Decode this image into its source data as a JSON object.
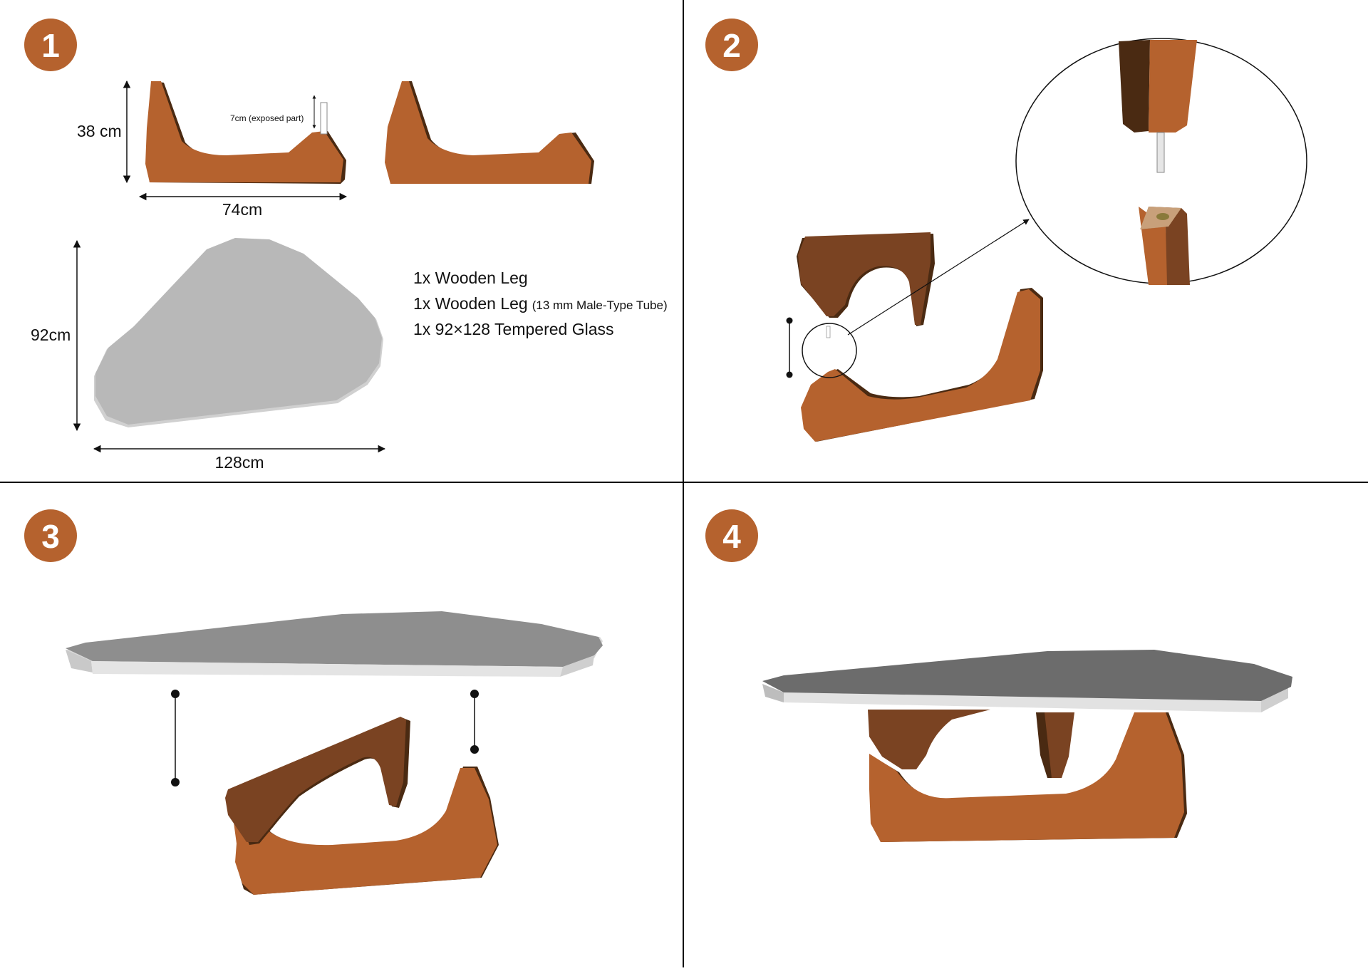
{
  "colors": {
    "step_badge": "#B5622E",
    "wood_light": "#B5622E",
    "wood_dark": "#7A4322",
    "wood_shadow": "#4A2A12",
    "glass_top_step1": "#B8B8B8",
    "glass_top_step3": "#8E8E8E",
    "glass_top_step4": "#6C6C6C",
    "glass_edge": "#D9D9D9",
    "divider": "#000000"
  },
  "steps": [
    {
      "number": "1"
    },
    {
      "number": "2"
    },
    {
      "number": "3"
    },
    {
      "number": "4"
    }
  ],
  "dimensions": {
    "leg_height": "38 cm",
    "leg_width": "74cm",
    "tube_exposed": "7cm (exposed part)",
    "glass_depth": "92cm",
    "glass_width": "128cm"
  },
  "parts_list": {
    "item1": "1x Wooden Leg",
    "item2_main": "1x Wooden Leg",
    "item2_detail": "(13 mm Male-Type Tube)",
    "item3": "1x 92×128 Tempered Glass"
  },
  "icons": {
    "arrow": "double-headed-arrow-icon",
    "joint": "dot-connector-icon"
  }
}
